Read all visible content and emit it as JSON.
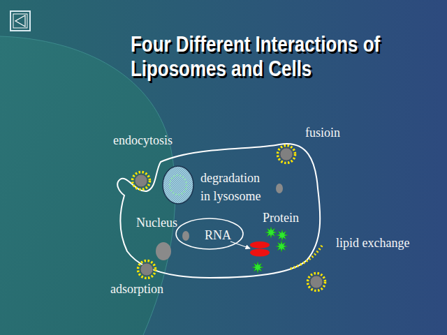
{
  "diagram": {
    "title": "Four Different Interactions of Liposomes and Cells",
    "nodes": [
      {
        "text": [
          "Nucleus",
          "RNA"
        ]
      }
    ],
    "labels": [
      "endocytosis",
      "fusioin",
      "degradation in lysosome",
      "Protein",
      "lipid exchange",
      "adsorption"
    ]
  }
}
